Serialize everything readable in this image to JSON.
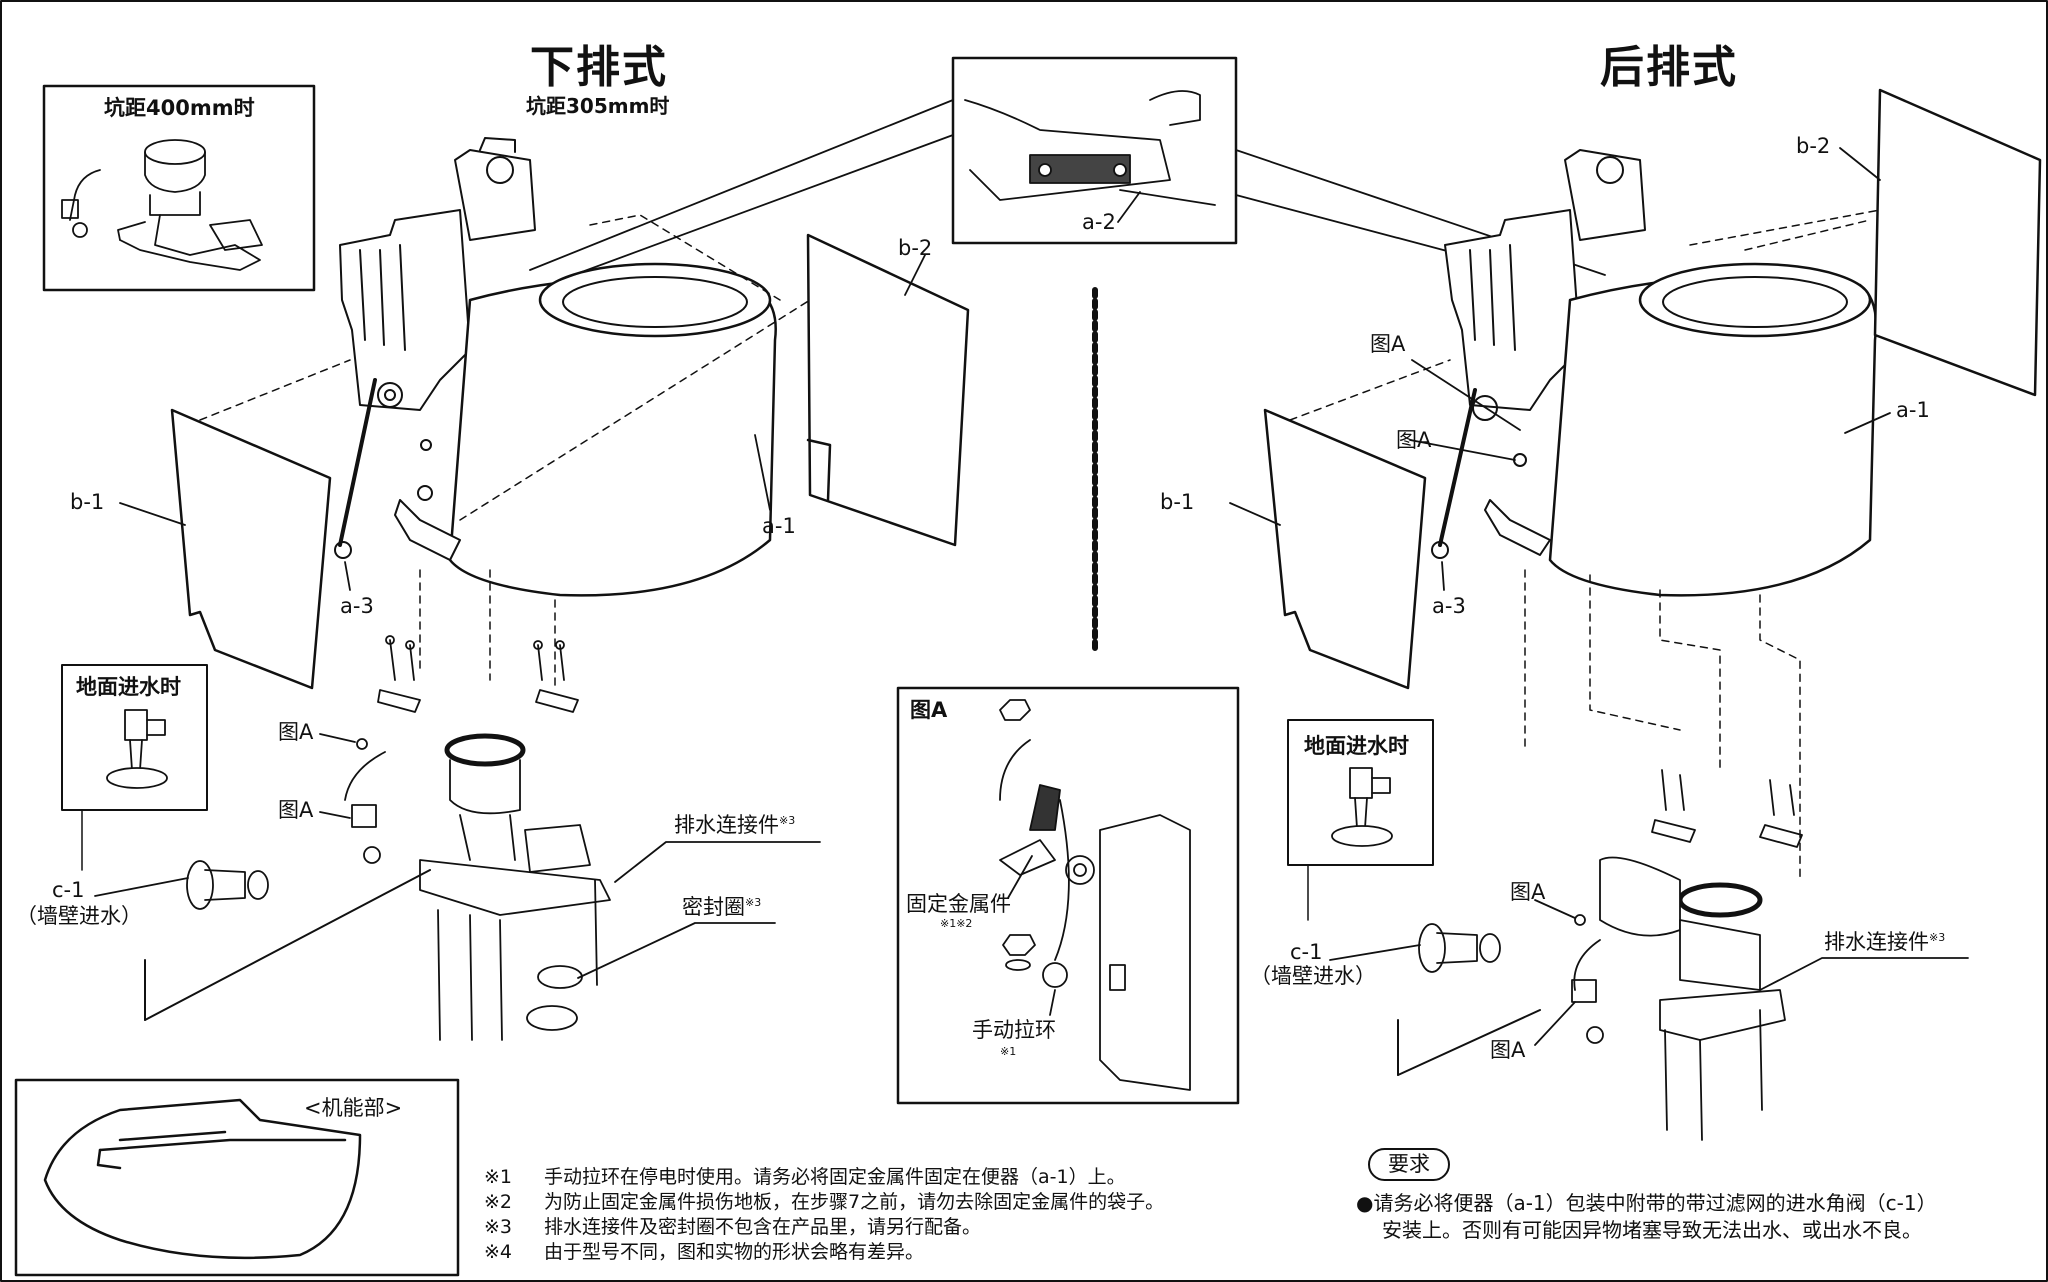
{
  "left_title": "下排式",
  "left_subtitle": "坑距305mm时",
  "right_title": "后排式",
  "inset_400": {
    "title": "坑距400mm时"
  },
  "inset_a2": {
    "label": "a-2"
  },
  "fig_a_box": {
    "title": "图A",
    "fixing_bracket_label": "固定金属件",
    "fixing_bracket_note": "※1※2",
    "pull_ring_label": "手动拉环",
    "pull_ring_note": "※1"
  },
  "left_labels": {
    "b1": "b-1",
    "b2": "b-2",
    "a1": "a-1",
    "a3": "a-3",
    "figA_1": "图A",
    "figA_2": "图A",
    "floor_inlet_title": "地面进水时",
    "c1": "c-1",
    "c1_note": "（墙壁进水）",
    "drain_connector": "排水连接件",
    "drain_connector_note": "※3",
    "seal_ring": "密封圈",
    "seal_ring_note": "※3"
  },
  "right_labels": {
    "b1": "b-1",
    "b2": "b-2",
    "a1": "a-1",
    "a3": "a-3",
    "figA_1": "图A",
    "figA_2": "图A",
    "figA_3": "图A",
    "figA_4": "图A",
    "floor_inlet_title": "地面进水时",
    "c1": "c-1",
    "c1_note": "（墙壁进水）",
    "drain_connector": "排水连接件",
    "drain_connector_note": "※3"
  },
  "function_unit_label": "<机能部>",
  "notes": [
    {
      "mark": "※1",
      "text": "手动拉环在停电时使用。请务必将固定金属件固定在便器（a-1）上。"
    },
    {
      "mark": "※2",
      "text": "为防止固定金属件损伤地板，在步骤7之前，请勿去除固定金属件的袋子。"
    },
    {
      "mark": "※3",
      "text": "排水连接件及密封圈不包含在产品里，请另行配备。"
    },
    {
      "mark": "※4",
      "text": "由于型号不同，图和实物的形状会略有差异。"
    }
  ],
  "requirement": {
    "badge": "要求",
    "line1": "●请务必将便器（a-1）包装中附带的带过滤网的进水角阀（c-1）",
    "line2": "安装上。否则有可能因异物堵塞导致无法出水、或出水不良。"
  }
}
